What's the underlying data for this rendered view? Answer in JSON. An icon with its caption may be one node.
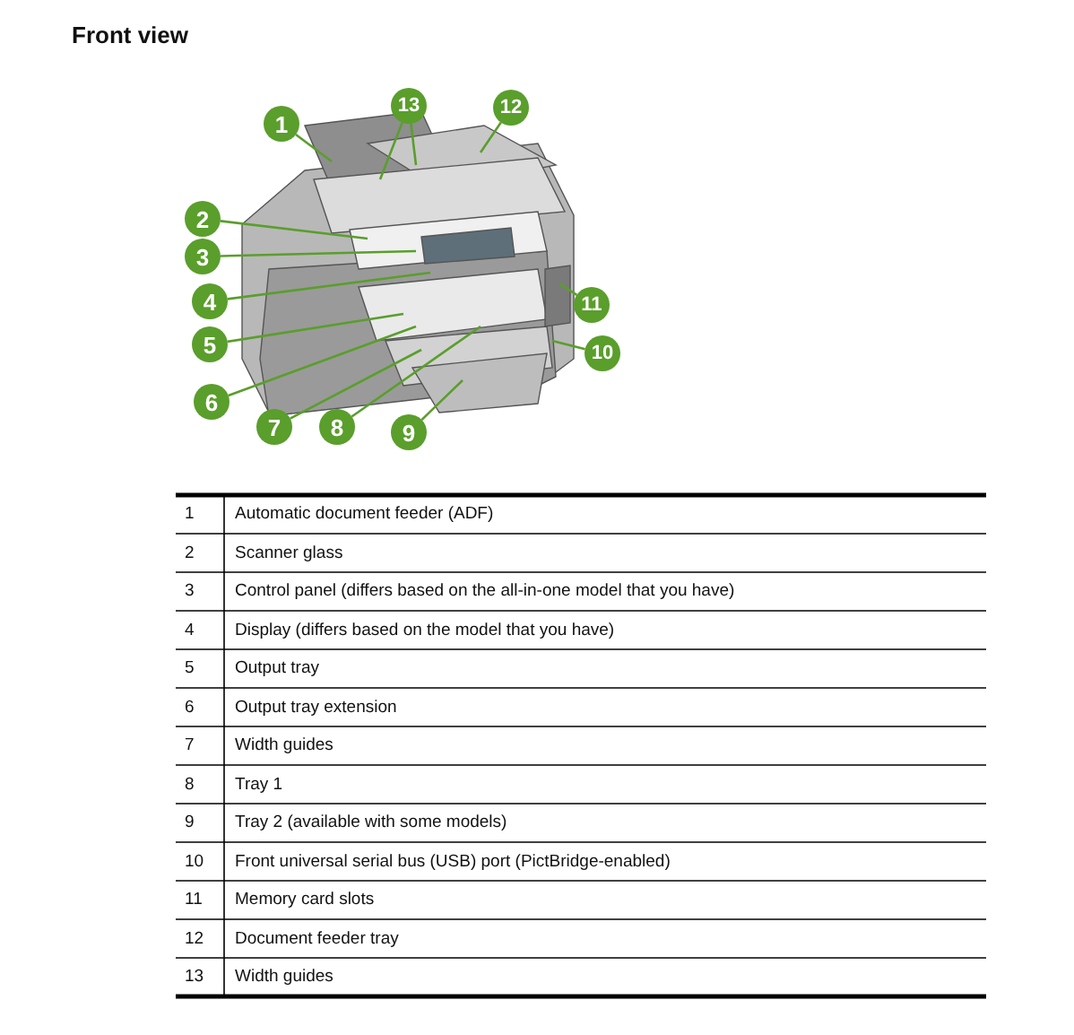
{
  "diagram": {
    "title": "Front view",
    "nodes": [
      {
        "text": [
          "1"
        ]
      },
      {
        "text": [
          "13"
        ]
      },
      {
        "text": [
          "12"
        ]
      },
      {
        "text": [
          "2"
        ]
      },
      {
        "text": [
          "3"
        ]
      },
      {
        "text": [
          "4"
        ]
      },
      {
        "text": [
          "5"
        ]
      },
      {
        "text": [
          "6"
        ]
      },
      {
        "text": [
          "7"
        ]
      },
      {
        "text": [
          "8"
        ]
      },
      {
        "text": [
          "9"
        ]
      },
      {
        "text": [
          "11"
        ]
      },
      {
        "text": [
          "10"
        ]
      }
    ],
    "edges": [
      {
        "from": 0,
        "to": null,
        "arrow": "none"
      },
      {
        "from": 1,
        "to": null,
        "arrow": "none"
      },
      {
        "from": 1,
        "to": null,
        "arrow": "none"
      },
      {
        "from": 2,
        "to": null,
        "arrow": "none"
      },
      {
        "from": 3,
        "to": null,
        "arrow": "none"
      },
      {
        "from": 4,
        "to": null,
        "arrow": "none"
      },
      {
        "from": 5,
        "to": null,
        "arrow": "none"
      },
      {
        "from": 6,
        "to": null,
        "arrow": "none"
      },
      {
        "from": 7,
        "to": null,
        "arrow": "none"
      },
      {
        "from": 8,
        "to": null,
        "arrow": "none"
      },
      {
        "from": 9,
        "to": null,
        "arrow": "none"
      },
      {
        "from": 10,
        "to": null,
        "arrow": "none"
      },
      {
        "from": 11,
        "to": null,
        "arrow": "none"
      },
      {
        "from": 12,
        "to": null,
        "arrow": "none"
      }
    ],
    "labels": [
      "1",
      "Automatic document feeder (ADF)",
      "2",
      "Scanner glass",
      "3",
      "Control panel (differs based on the all-in-one model that you have)",
      "4",
      "Display (differs based on the model that you have)",
      "5",
      "Output tray",
      "6",
      "Output tray extension",
      "7",
      "Width guides",
      "8",
      "Tray 1",
      "9",
      "Tray 2 (available with some models)",
      "10",
      "Front universal serial bus (USB) port (PictBridge-enabled)",
      "11",
      "Memory card slots",
      "12",
      "Document feeder tray",
      "13",
      "Width guides"
    ]
  }
}
